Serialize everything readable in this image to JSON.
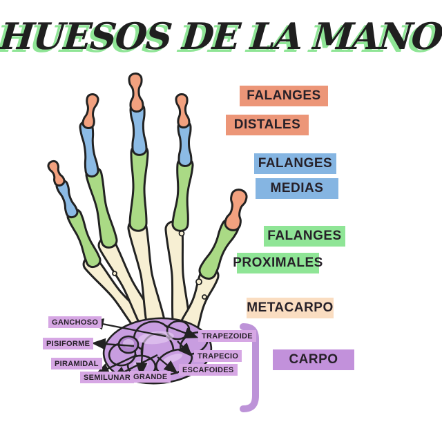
{
  "title": "HUESOS DE LA MANO",
  "legend": {
    "falanges_distales": {
      "line1": "FALANGES",
      "line2": "DISTALES"
    },
    "falanges_medias": {
      "line1": "FALANGES",
      "line2": "MEDIAS"
    },
    "falanges_proximales": {
      "line1": "FALANGES",
      "line2": "PROXIMALES"
    },
    "metacarpo": {
      "label": "METACARPO"
    },
    "carpo": {
      "label": "CARPO"
    }
  },
  "carpal_bones": {
    "ganchoso": "GANCHOSO",
    "pisiforme": "PISIFORME",
    "piramidal": "PIRAMIDAL",
    "semilunar": "SEMILUNAR",
    "grande": "GRANDE",
    "trapezoide": "TRAPEZOIDE",
    "trapecio": "TRAPECIO",
    "escafoides": "ESCAFOIDES"
  },
  "colors": {
    "title_text": "#1f1f1f",
    "title_shadow": "#8FE596",
    "label_distal_bg": "#EC9678",
    "label_media_bg": "#85B5E2",
    "label_proximal_bg": "#8FE596",
    "label_metacarpo_bg": "#FADDC1",
    "label_carpo_bg": "#C291DB",
    "label_small_bg": "#D6A7E4",
    "bone_distal": "#F2A17F",
    "bone_media": "#8CBBE5",
    "bone_proximal": "#AADA85",
    "bone_metacarpal": "#F7EFD3",
    "bone_carpal": "#C89DE0",
    "bone_carpal_dark": "#B083CC",
    "outline": "#222222",
    "bracket": "#BD93D8"
  }
}
